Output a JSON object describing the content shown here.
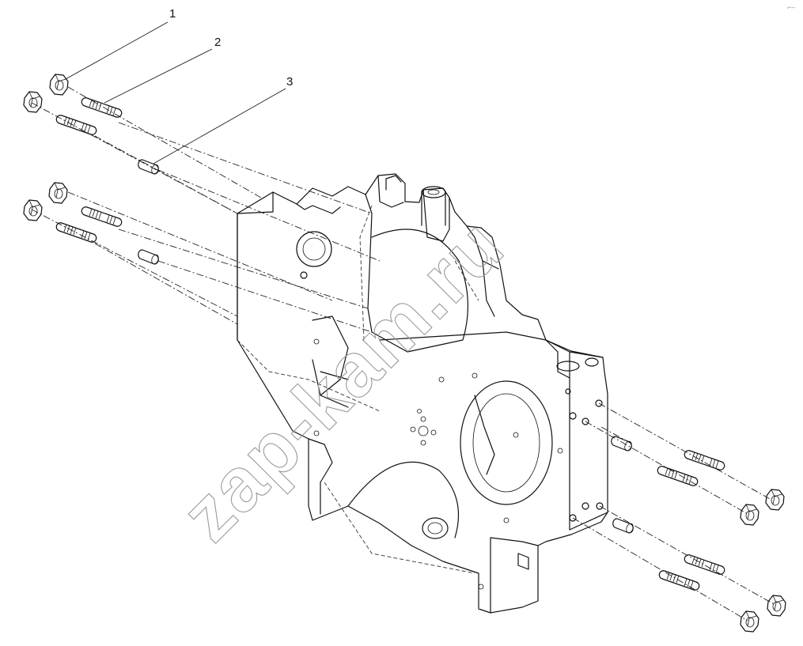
{
  "diagram": {
    "callouts": [
      {
        "number": "1",
        "part": "nut"
      },
      {
        "number": "2",
        "part": "stud"
      },
      {
        "number": "3",
        "part": "dowel"
      }
    ],
    "watermark": "zap-kam.ru",
    "corner_mark": "⌐–"
  }
}
